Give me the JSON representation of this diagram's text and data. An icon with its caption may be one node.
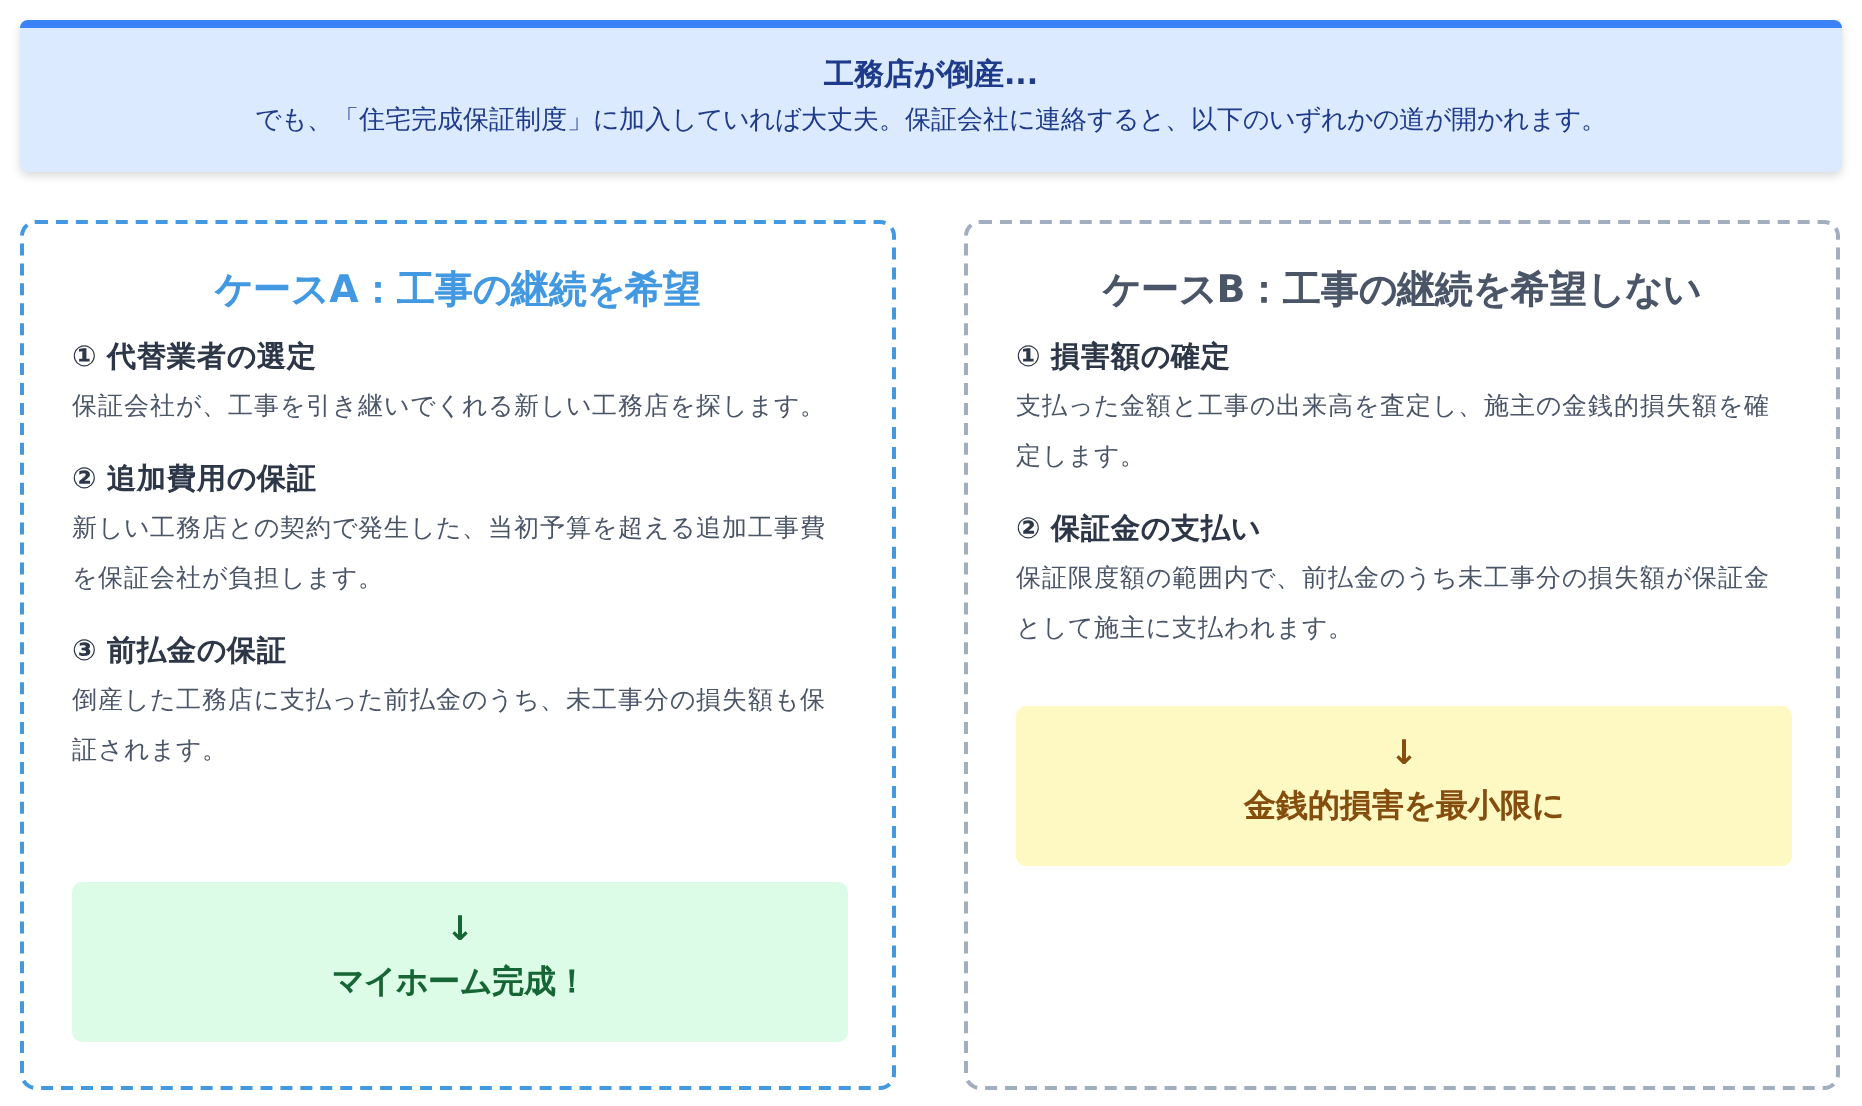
{
  "diagram": {
    "nodes": [
      {
        "text": [
          "工務店が倒産...",
          "でも、「住宅完成保証制度」に加入していれば大丈夫。保証会社に連絡すると、以下のいずれかの道が開かれます。"
        ]
      },
      {
        "text": [
          "ケースA：工事の継続を希望",
          "① 代替業者の選定",
          "保証会社が、工事を引き継いでくれる新しい工務店を探します。",
          "② 追加費用の保証",
          "新しい工務店との契約で発生した、当初予算を超える追加工事費を保証会社が負担します。",
          "③ 前払金の保証",
          "倒産した工務店に支払った前払金のうち、未工事分の損失額も保証されます。"
        ]
      },
      {
        "text": [
          "↓",
          "マイホーム完成！"
        ],
        "in": 1
      },
      {
        "text": [
          "ケースB：工事の継続を希望しない",
          "① 損害額の確定",
          "支払った金額と工事の出来高を査定し、施主の金銭的損失額を確定します。",
          "② 保証金の支払い",
          "保証限度額の範囲内で、前払金のうち未工事分の損失額が保証金として施主に支払われます。"
        ]
      },
      {
        "text": [
          "↓",
          "金銭的損害を最小限に"
        ],
        "in": 3
      }
    ]
  }
}
